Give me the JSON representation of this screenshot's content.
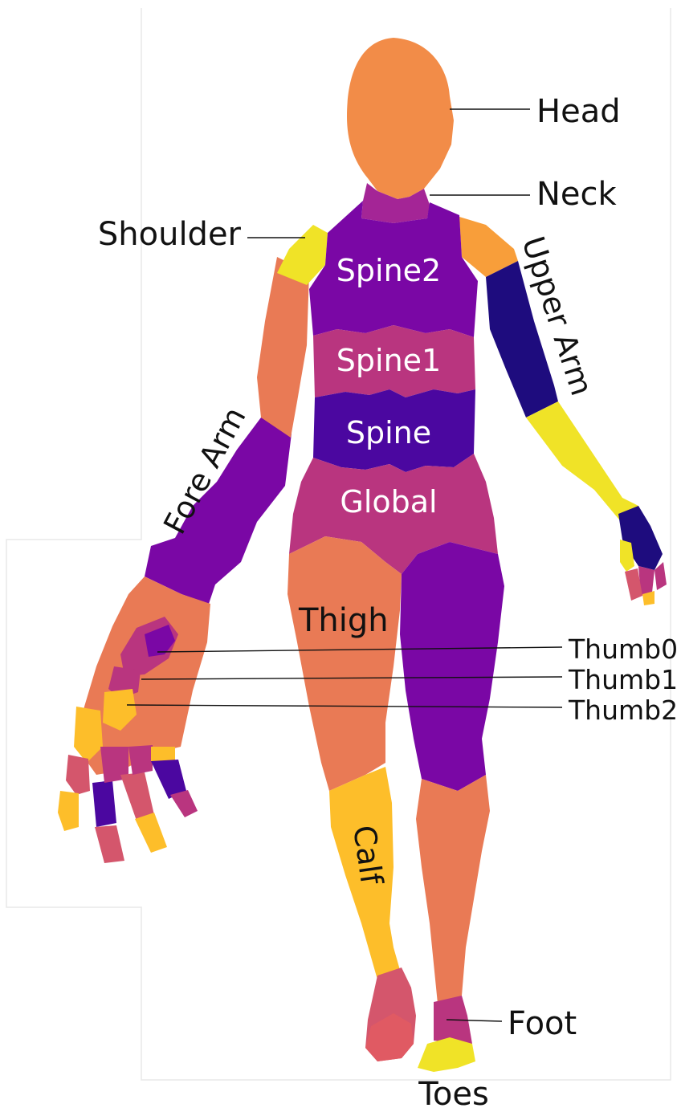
{
  "labels": {
    "head": "Head",
    "neck": "Neck",
    "shoulder": "Shoulder",
    "upper_arm": "Upper Arm",
    "fore_arm": "Fore Arm",
    "spine2": "Spine2",
    "spine1": "Spine1",
    "spine": "Spine",
    "global": "Global",
    "thigh": "Thigh",
    "thumb0": "Thumb0",
    "thumb1": "Thumb1",
    "thumb2": "Thumb2",
    "calf": "Calf",
    "foot": "Foot",
    "toes": "Toes"
  },
  "colors": {
    "background": "#ffffff",
    "frame": "#e8e8e8",
    "head_orange": "#F28C48",
    "salmon": "#E97A55",
    "magenta": "#B9357F",
    "purple": "#7A07A5",
    "indigo": "#4B07A0",
    "navy": "#1E0C7E",
    "yellow": "#F0E327",
    "gold": "#FDBE2A",
    "light_orange": "#F89E3A",
    "pink": "#D4566C",
    "neck_purple": "#A42596"
  }
}
